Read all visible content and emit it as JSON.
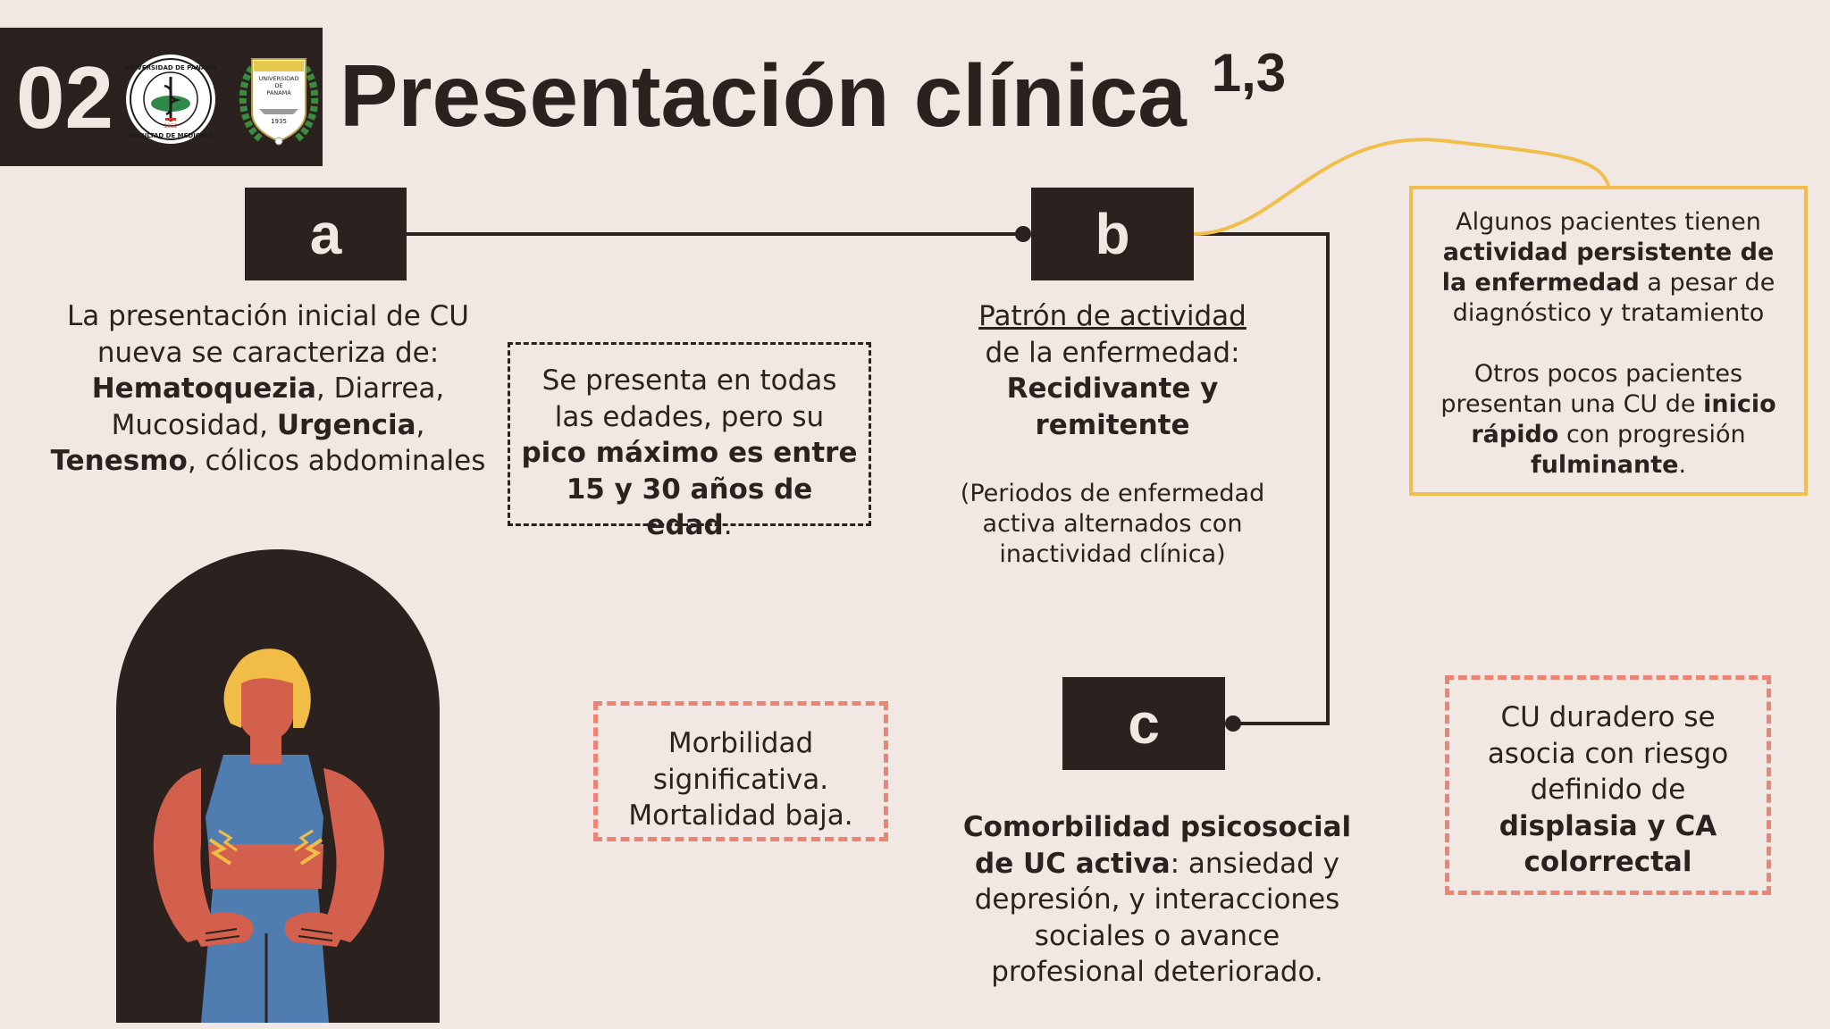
{
  "header": {
    "number": "02",
    "title": "Presentación clínica",
    "title_refs": "1,3",
    "logo_left_texts": [
      "UNIVERSIDAD DE PANAMÁ",
      "FACULTAD DE MEDICINA",
      "1951"
    ],
    "logo_right_texts": [
      "UNIVERSIDAD",
      "DE",
      "PANAMÁ",
      "1935"
    ]
  },
  "section_a": {
    "letter": "a",
    "intro": "La presentación inicial de CU nueva se caracteriza de:",
    "symptoms": {
      "s1": "Hematoquezia",
      "s1_sep": ", Diarrea, Mucosidad, ",
      "s2": "Urgencia",
      "s2_sep": ",",
      "s3": "Tenesmo",
      "s3_sep": ", cólicos abdominales"
    }
  },
  "age_box": {
    "text_normal": "Se presenta en todas las edades, pero su ",
    "text_bold": "pico máximo es entre 15 y 30 años de edad",
    "text_end": "."
  },
  "section_b": {
    "letter": "b",
    "heading_underlined": "Patrón de actividad",
    "heading_rest": "de la enfermedad:",
    "pattern": "Recidivante y remitente",
    "note": "(Periodos de enfermedad activa alternados con inactividad clínica)"
  },
  "side_note": {
    "p1_a": "Algunos pacientes tienen ",
    "p1_bold": "actividad persistente de la enfermedad",
    "p1_b": " a pesar de diagnóstico y tratamiento",
    "p2_a": "Otros pocos pacientes presentan una CU de ",
    "p2_bold1": "inicio rápido",
    "p2_b": " con progresión ",
    "p2_bold2": "fulminante",
    "p2_c": "."
  },
  "morbidity_box": {
    "line1": "Morbilidad significativa.",
    "line2": "Mortalidad baja."
  },
  "section_c": {
    "letter": "c",
    "bold": "Comorbilidad psicosocial de UC activa",
    "rest": ": ansiedad y depresión, y interacciones sociales o avance profesional deteriorado."
  },
  "risk_box": {
    "normal": "CU duradero se asocia con riesgo definido de ",
    "bold": "displasia y CA colorrectal"
  },
  "colors": {
    "background": "#f1e8e4",
    "dark": "#2b221f",
    "coral": "#ec8373",
    "yellow": "#f0be4a",
    "skin": "#d2604c",
    "blue": "#4f7db0",
    "hair": "#f2bd47"
  }
}
